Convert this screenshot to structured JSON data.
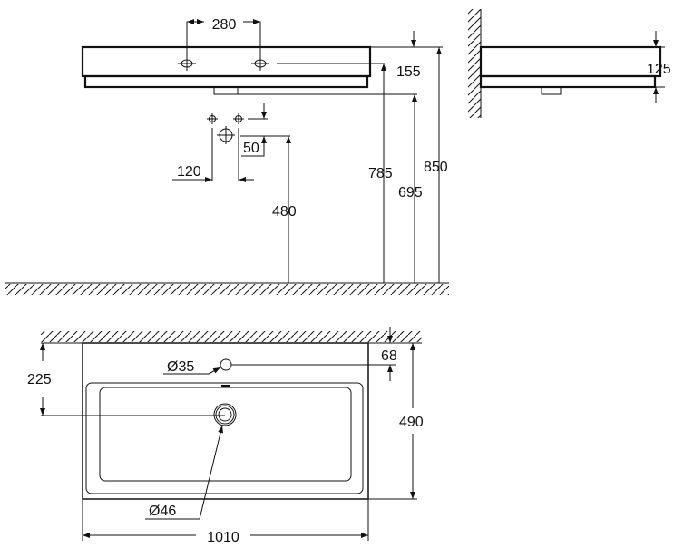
{
  "front_view": {
    "tap_hole_spacing": "280",
    "tap_hole_height": "155",
    "top_height_a": "785",
    "drain_height": "695",
    "rim_height": "850",
    "connection_offset": "50",
    "connection_spacing": "120",
    "connection_height": "480"
  },
  "side_view": {
    "basin_depth": "125"
  },
  "top_view": {
    "drain_from_wall": "225",
    "overflow_from_wall": "68",
    "overflow_diameter": "Ø35",
    "drain_diameter": "Ø46",
    "depth": "490",
    "width": "1010"
  },
  "colors": {
    "line": "#111111",
    "background": "#ffffff"
  }
}
